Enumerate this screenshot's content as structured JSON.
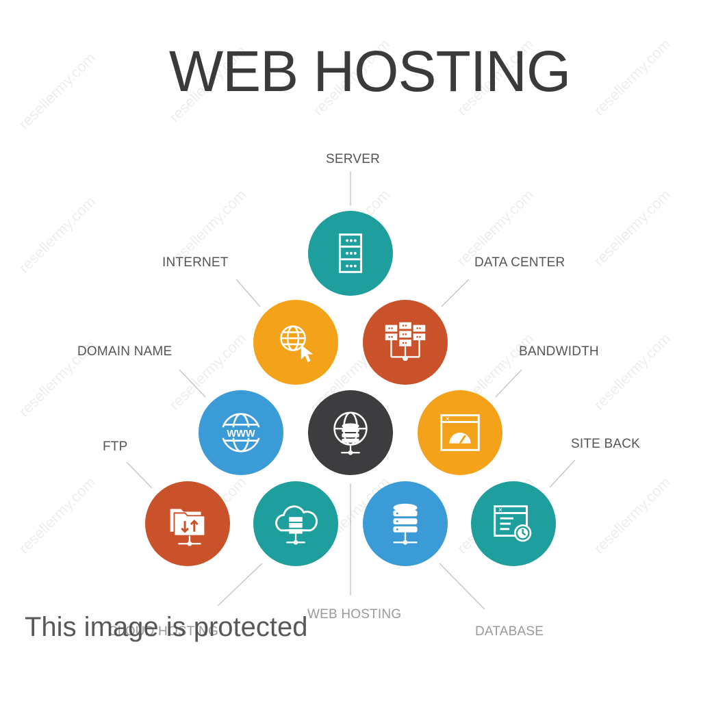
{
  "title": "WEB HOSTING",
  "watermark_text": "This image is protected",
  "tile_watermark": "resellermy.com",
  "colors": {
    "teal": "#1e9e9c",
    "orange": "#f4a21a",
    "rust": "#c9522a",
    "blue": "#3b9bd6",
    "dark": "#3d3d40"
  },
  "nodes": {
    "server": {
      "label": "SERVER",
      "icon": "server-rack-icon",
      "color": "#1e9e9c"
    },
    "internet": {
      "label": "INTERNET",
      "icon": "globe-cursor-icon",
      "color": "#f4a21a"
    },
    "data_center": {
      "label": "DATA CENTER",
      "icon": "data-center-icon",
      "color": "#c9522a"
    },
    "domain_name": {
      "label": "DOMAIN NAME",
      "icon": "www-globe-icon",
      "color": "#3b9bd6"
    },
    "web_hosting": {
      "label": "WEB HOSTING",
      "icon": "globe-database-icon",
      "color": "#3d3d40"
    },
    "bandwidth": {
      "label": "BANDWIDTH",
      "icon": "gauge-window-icon",
      "color": "#f4a21a"
    },
    "ftp": {
      "label": "FTP",
      "icon": "folder-transfer-icon",
      "color": "#c9522a"
    },
    "cloud_hosting": {
      "label": "CLOUD HOSTING",
      "icon": "cloud-server-icon",
      "color": "#1e9e9c"
    },
    "database": {
      "label": "DATABASE",
      "icon": "database-network-icon",
      "color": "#3b9bd6"
    },
    "site_back": {
      "label": "SITE BACK",
      "icon": "window-clock-icon",
      "color": "#1e9e9c"
    }
  }
}
